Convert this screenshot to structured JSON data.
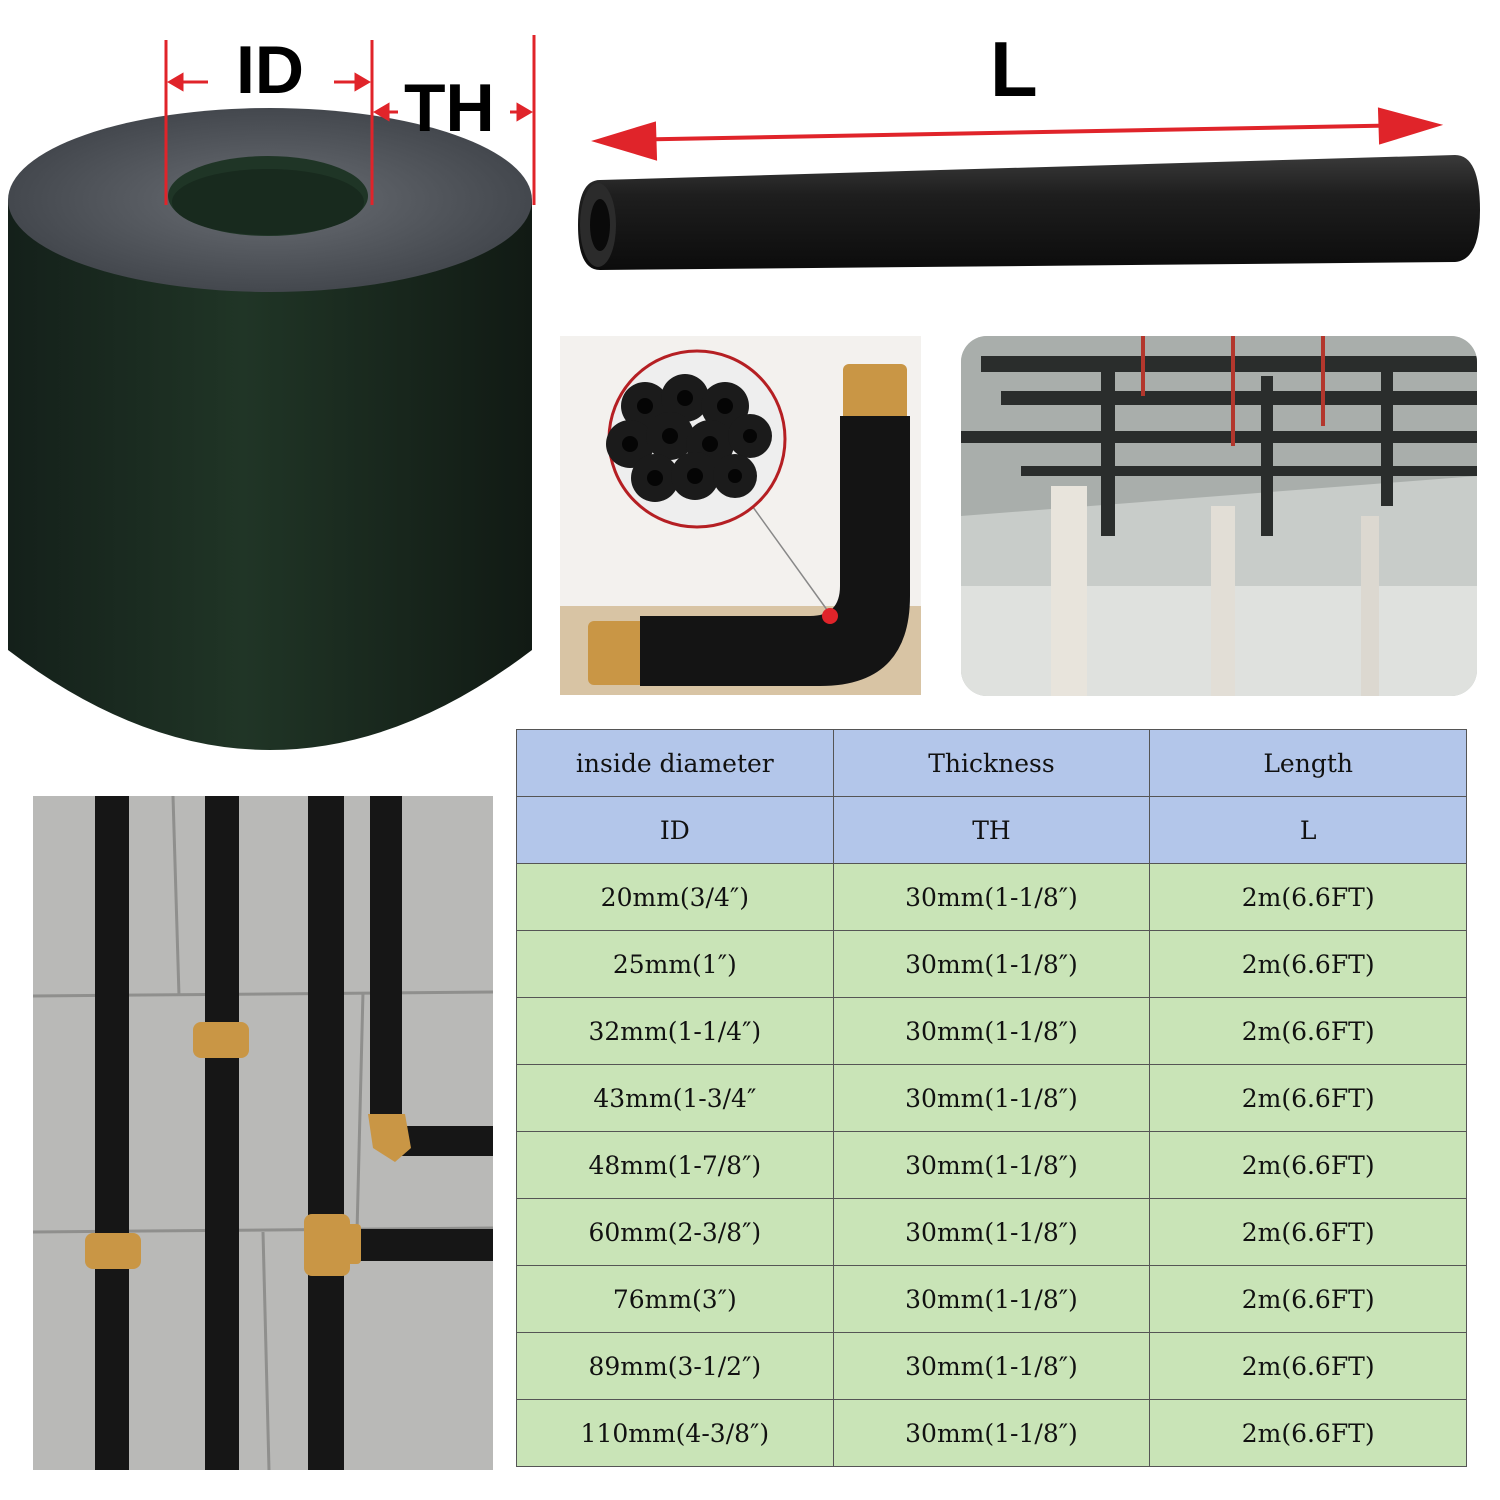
{
  "dimension_labels": {
    "inside_diameter": "ID",
    "thickness": "TH",
    "length": "L"
  },
  "table": {
    "header_names": [
      "inside diameter",
      "Thickness",
      "Length"
    ],
    "header_codes": [
      "ID",
      "TH",
      "L"
    ],
    "rows": [
      [
        "20mm(3/4″)",
        "30mm(1-1/8″)",
        "2m(6.6FT)"
      ],
      [
        "25mm(1″)",
        "30mm(1-1/8″)",
        "2m(6.6FT)"
      ],
      [
        "32mm(1-1/4″)",
        "30mm(1-1/8″)",
        "2m(6.6FT)"
      ],
      [
        "43mm(1-3/4″",
        "30mm(1-1/8″)",
        "2m(6.6FT)"
      ],
      [
        "48mm(1-7/8″)",
        "30mm(1-1/8″)",
        "2m(6.6FT)"
      ],
      [
        "60mm(2-3/8″)",
        "30mm(1-1/8″)",
        "2m(6.6FT)"
      ],
      [
        "76mm(3″)",
        "30mm(1-1/8″)",
        "2m(6.6FT)"
      ],
      [
        "89mm(3-1/2″)",
        "30mm(1-1/8″)",
        "2m(6.6FT)"
      ],
      [
        "110mm(4-3/8″)",
        "30mm(1-1/8″)",
        "2m(6.6FT)"
      ]
    ]
  },
  "colors": {
    "dimension_line": "#e0242a",
    "table_header_bg": "#b3c6ea",
    "table_row_bg": "#c9e4b7",
    "foam": "#1d2a1f",
    "brass": "#c99645"
  }
}
